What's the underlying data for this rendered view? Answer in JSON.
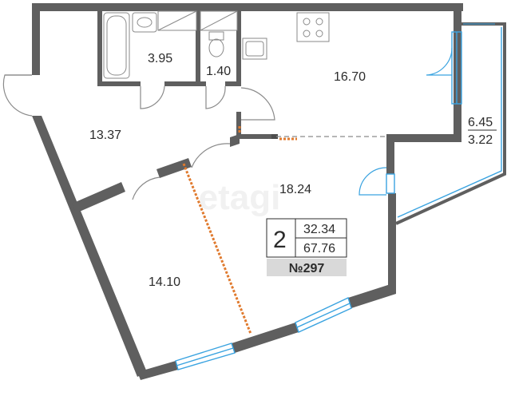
{
  "rooms": {
    "bathroom_area": "3.95",
    "toilet_area": "1.40",
    "kitchen_area": "16.70",
    "hall_area": "13.37",
    "living_area": "18.24",
    "bedroom_area": "14.10",
    "balcony_area_full": "6.45",
    "balcony_area_reduced": "3.22"
  },
  "info": {
    "room_count": "2",
    "living_area_total": "32.34",
    "total_area": "67.76",
    "apartment_number": "№297"
  },
  "watermark": "etagi",
  "colors": {
    "wall": "#5f5f5f",
    "wall_dark": "#4d4d4d",
    "window": "#3aa3e0",
    "door_line": "#8a8a8a",
    "partition": "#e07a2e",
    "badge_bg": "#d9d9d9"
  }
}
